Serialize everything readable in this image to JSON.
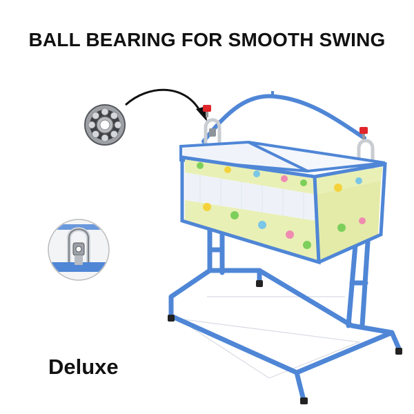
{
  "headline": "BALL BEARING FOR SMOOTH SWING",
  "model_label": "Deluxe",
  "colors": {
    "frame": "#4f86d6",
    "frame_dark": "#2f5fae",
    "fabric": "#e9f0b6",
    "mesh": "#eef2f8",
    "text": "#111111",
    "knob": "#e0262b"
  },
  "icons": {
    "bearing": "ball-bearing-icon",
    "arrow": "curved-arrow-icon",
    "hook_detail": "swing-hook-detail"
  }
}
